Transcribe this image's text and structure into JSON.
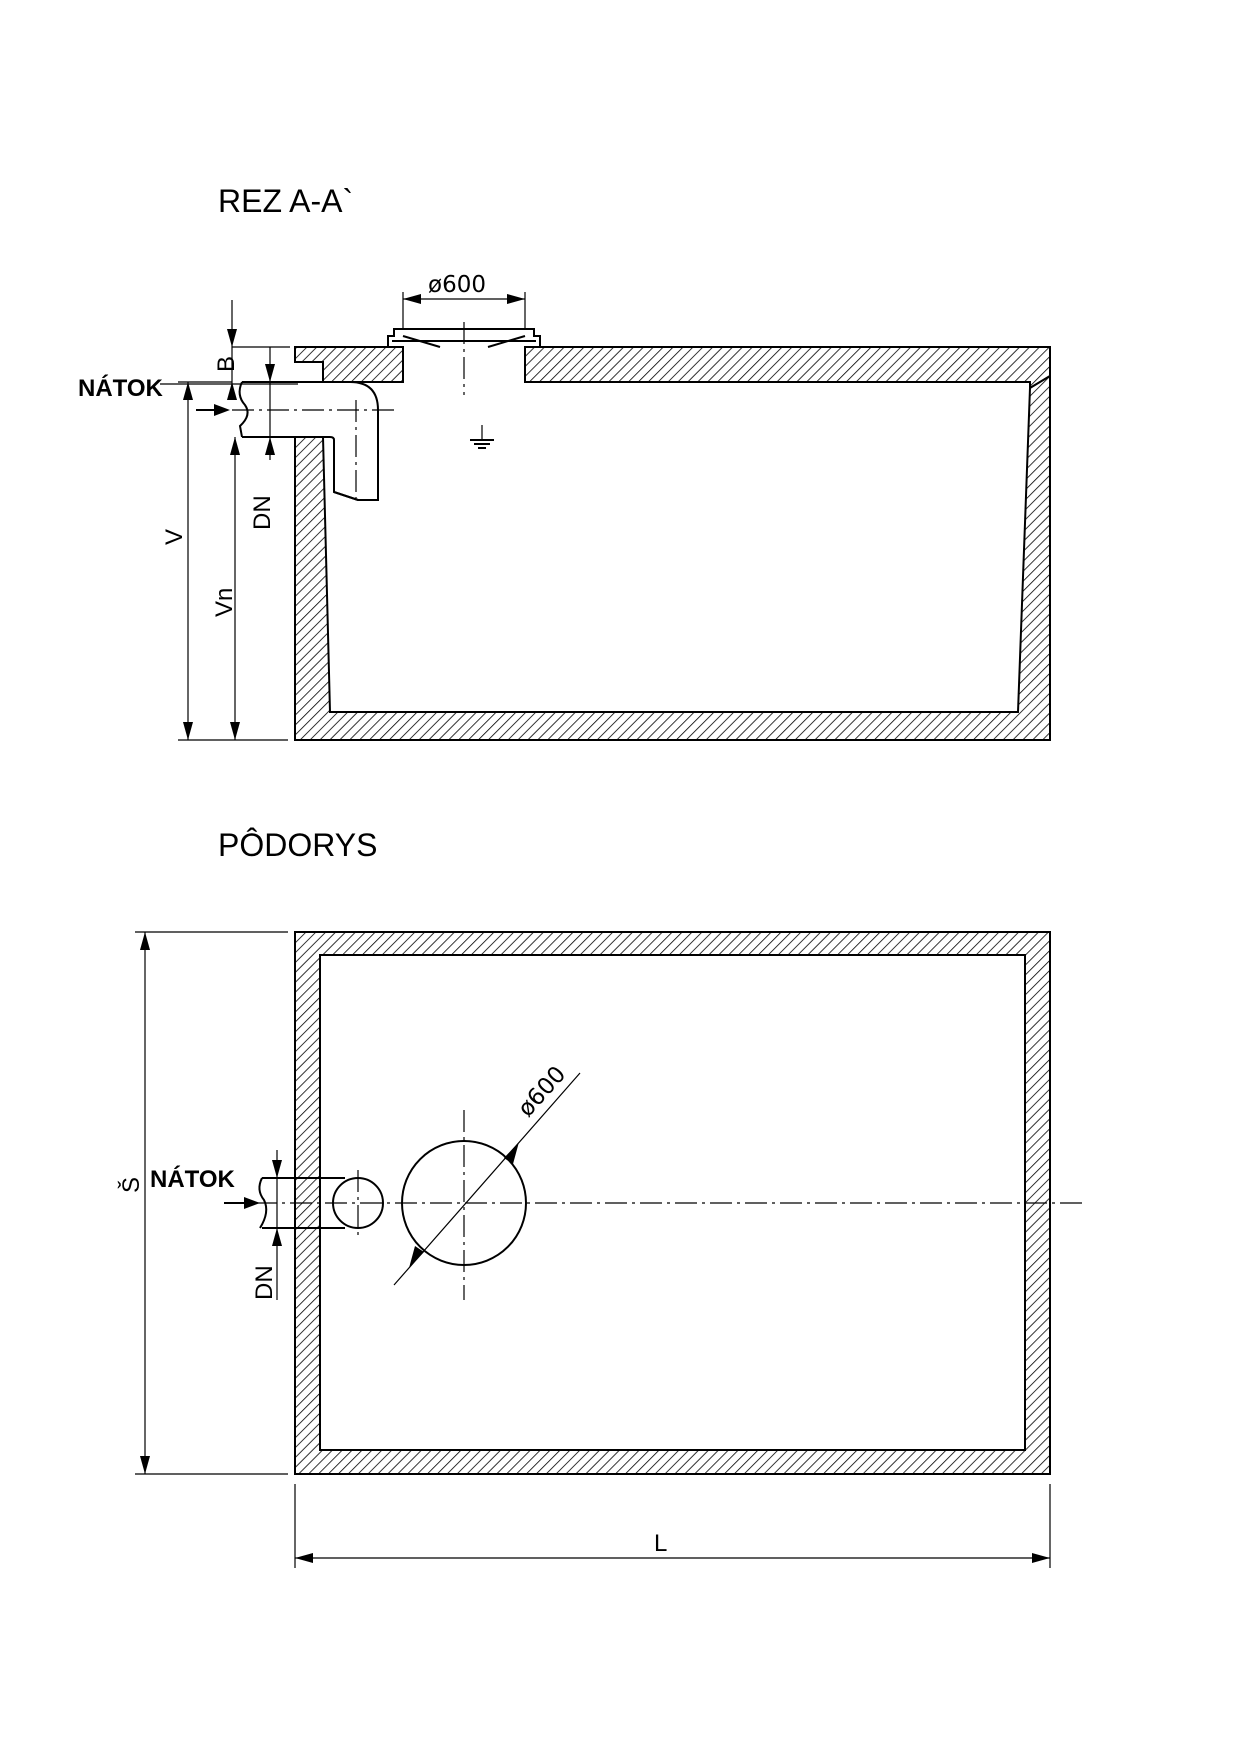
{
  "section": {
    "title": "REZ  A-A`",
    "manhole_dim": "ø600",
    "inlet_label": "NÁTOK",
    "dim_B": "B",
    "dim_DN": "DN",
    "dim_V": "V",
    "dim_Vn": "Vn"
  },
  "plan": {
    "title": "PÔDORYS",
    "manhole_dim": "ø600",
    "inlet_label": "NÁTOK",
    "dim_S": "Š",
    "dim_DN": "DN",
    "dim_L": "L"
  }
}
